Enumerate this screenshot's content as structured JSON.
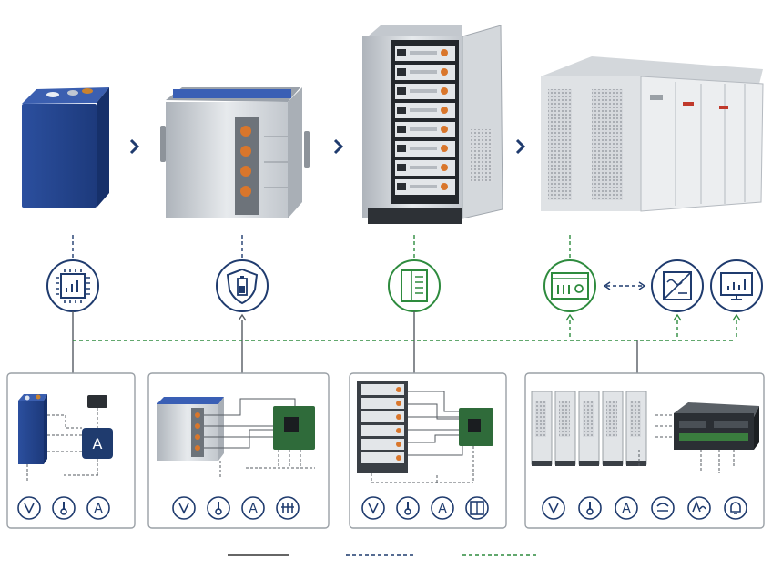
{
  "colors": {
    "navy": "#1f3b6e",
    "green": "#2e8b3e",
    "blue_cell": "#2a4fa0",
    "steel": "#c9ced4",
    "panel_border": "#9aa0a6",
    "line": "#555b62"
  },
  "stages": [
    {
      "name": "battery-cell"
    },
    {
      "name": "battery-module"
    },
    {
      "name": "battery-cabinet"
    },
    {
      "name": "battery-container"
    }
  ],
  "icons": [
    {
      "name": "bms-chip-icon",
      "color": "navy"
    },
    {
      "name": "shield-battery-icon",
      "color": "navy"
    },
    {
      "name": "control-panel-icon",
      "color": "green"
    },
    {
      "name": "energy-management-icon",
      "color": "green"
    },
    {
      "name": "power-converter-icon",
      "color": "navy"
    },
    {
      "name": "monitor-chart-icon",
      "color": "navy"
    }
  ],
  "panels": [
    {
      "name": "cell-level-panel",
      "symbols": [
        "voltage-icon",
        "temperature-icon",
        "current-icon"
      ],
      "texts": [
        "A"
      ]
    },
    {
      "name": "module-level-panel",
      "symbols": [
        "voltage-icon",
        "temperature-icon",
        "current-icon",
        "balancing-icon"
      ],
      "texts": [
        "A"
      ]
    },
    {
      "name": "cabinet-level-panel",
      "symbols": [
        "voltage-icon",
        "temperature-icon",
        "current-icon",
        "contactor-icon"
      ],
      "texts": [
        "A"
      ]
    },
    {
      "name": "container-level-panel",
      "symbols": [
        "voltage-icon",
        "temperature-icon",
        "current-icon",
        "signal-icon",
        "power-quality-icon",
        "alarm-icon"
      ],
      "texts": [
        "A"
      ]
    }
  ],
  "legend": [
    {
      "name": "legend-solid-line",
      "style": "solid",
      "color": "#333333"
    },
    {
      "name": "legend-blue-dashed-line",
      "style": "dashed",
      "color": "#1f3b6e"
    },
    {
      "name": "legend-green-dashed-line",
      "style": "dashed",
      "color": "#2e8b3e"
    }
  ],
  "labels": {
    "chip_glyph": "A",
    "current_glyph": "A"
  }
}
